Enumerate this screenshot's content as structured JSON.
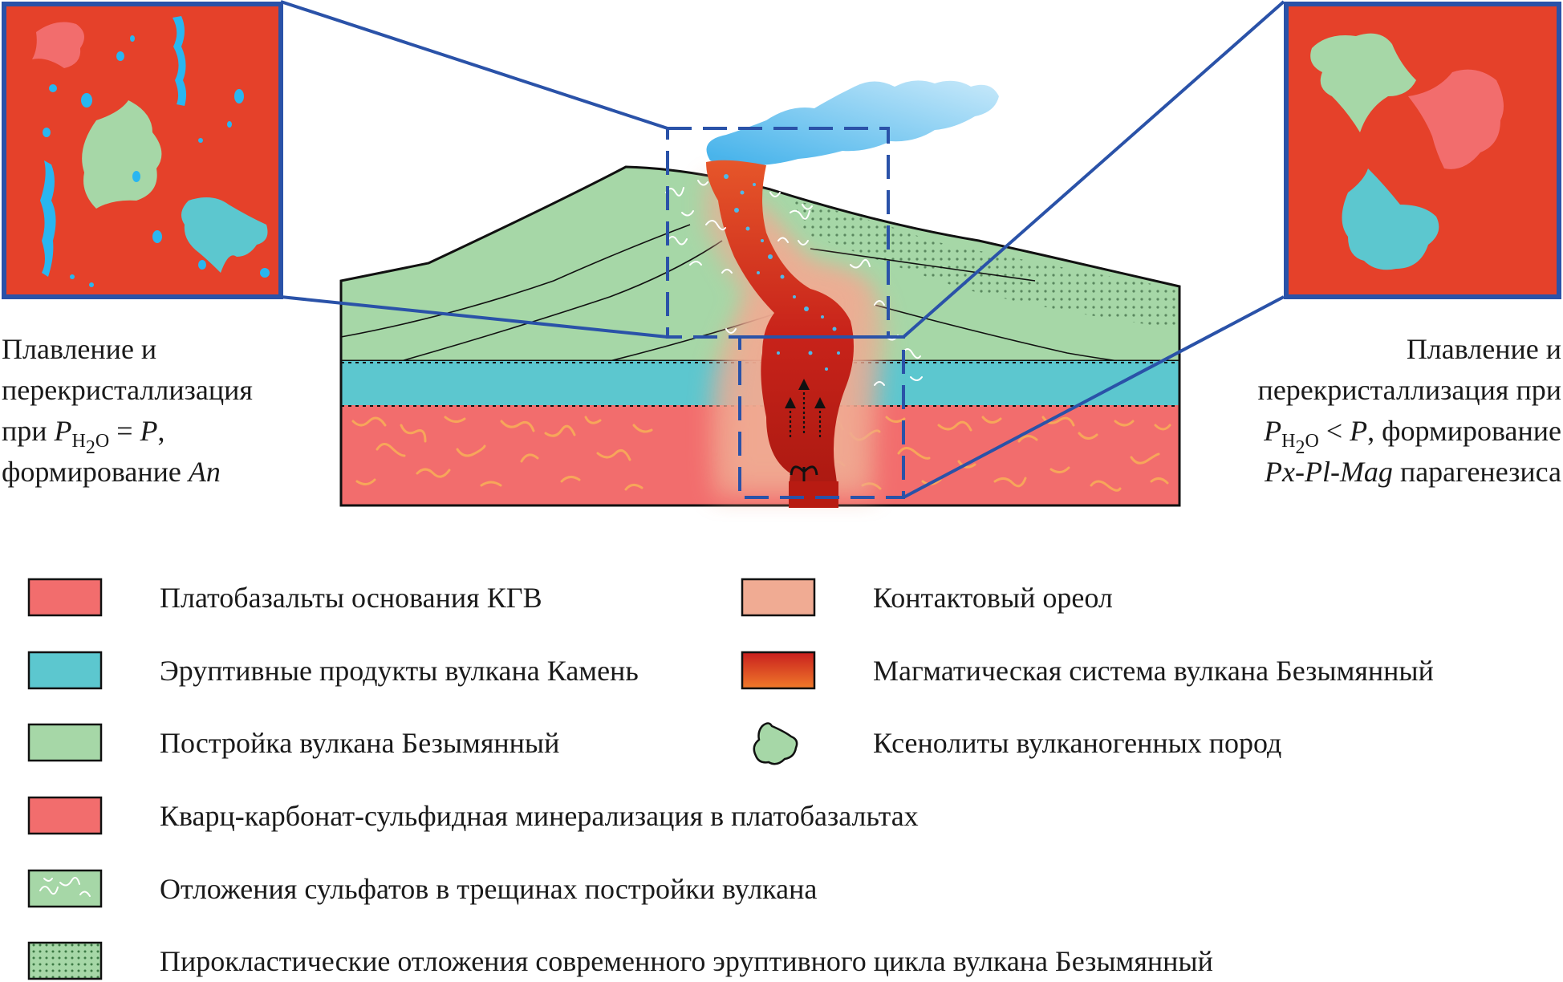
{
  "annotations": {
    "left": {
      "line1": "Плавление и",
      "line2": "перекристаллизация",
      "line3_prefix": "при ",
      "line3_var": "P",
      "line3_sub": "H",
      "line3_sub2": "2",
      "line3_sub3": "O",
      "line3_rel": " = ",
      "line3_var2": "P",
      "line3_suffix": ",",
      "line4_prefix": "формирование ",
      "line4_mineral": "An"
    },
    "right": {
      "line1": "Плавление и",
      "line2": "перекристаллизация при",
      "line3_var": "P",
      "line3_sub": "H",
      "line3_sub2": "2",
      "line3_sub3": "O",
      "line3_rel": " < ",
      "line3_var2": "P",
      "line3_suffix": ", формирование",
      "line4_mineral": "Px-Pl-Mag",
      "line4_suffix": " парагенезиса"
    }
  },
  "legend": [
    {
      "label": "Платобазальты основания КГВ",
      "color": "#f26d6d",
      "pattern": "solid"
    },
    {
      "label": "Эруптивные продукты вулкана Камень",
      "color": "#5cc7cf",
      "pattern": "solid"
    },
    {
      "label": "Постройка вулкана Безымянный",
      "color": "#a6d7a7",
      "pattern": "solid"
    },
    {
      "label": "Кварц-карбонат-сульфидная минерализация в платобазальтах",
      "color": "#f26d6d",
      "pattern": "solid"
    },
    {
      "label": "Отложения сульфатов в трещинах постройки вулкана",
      "color": "#a6d7a7",
      "pattern": "squiggles"
    },
    {
      "label": "Пирокластические отложения современного эруптивного цикла вулкана Безымянный",
      "color": "#a6d7a7",
      "pattern": "dots"
    },
    {
      "label": "Контактовый ореол",
      "color": "#f0ab93",
      "pattern": "solid"
    },
    {
      "label": "Магматическая система вулкана Безымянный",
      "color": "#d92b1c",
      "pattern": "gradient"
    },
    {
      "label": "Ксенолиты вулканогенных пород",
      "color": "#a6d7a7",
      "pattern": "blob"
    }
  ],
  "colors": {
    "basalt": "#f26d6d",
    "kamen": "#5cc7cf",
    "edifice": "#a6d7a7",
    "contact_aureole": "#f0ab93",
    "magma": "#d92b1c",
    "inset_background": "#e5412a",
    "frame_blue": "#2a52a8",
    "plume": "#6cc4ee"
  }
}
